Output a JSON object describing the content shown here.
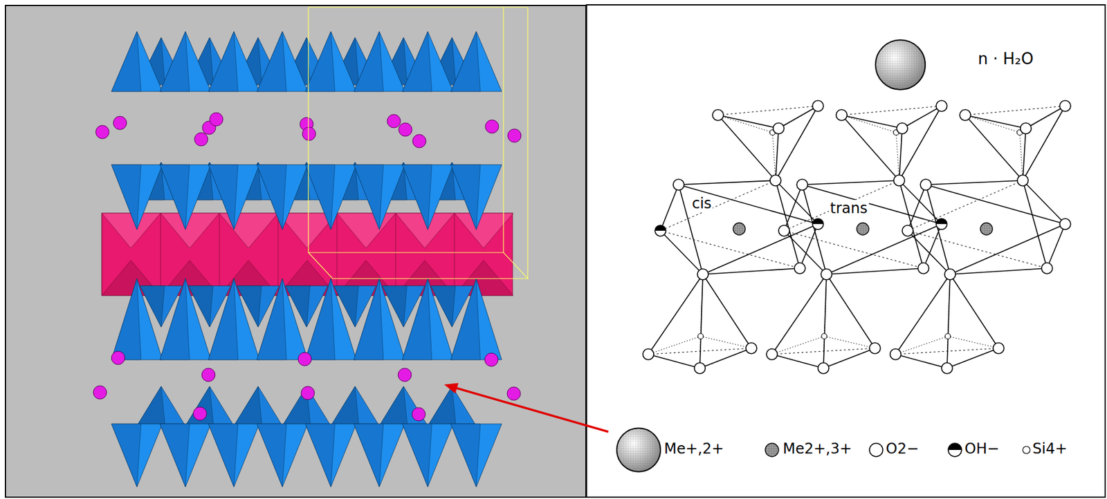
{
  "diagram": {
    "labels": [
      "n · H₂O",
      "cis",
      "trans"
    ],
    "legend": [
      {
        "text": "Me+,2+"
      },
      {
        "text": "Me2+,3+"
      },
      {
        "text": "O2−"
      },
      {
        "text": "OH−"
      },
      {
        "text": "Si4+"
      }
    ]
  }
}
